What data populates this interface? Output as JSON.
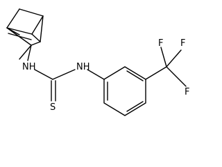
{
  "atoms": {
    "nh_left": "NH",
    "nh_right": "NH",
    "sulfur": "S",
    "fluorine_top_left": "F",
    "fluorine_top_right": "F",
    "fluorine_right": "F"
  }
}
